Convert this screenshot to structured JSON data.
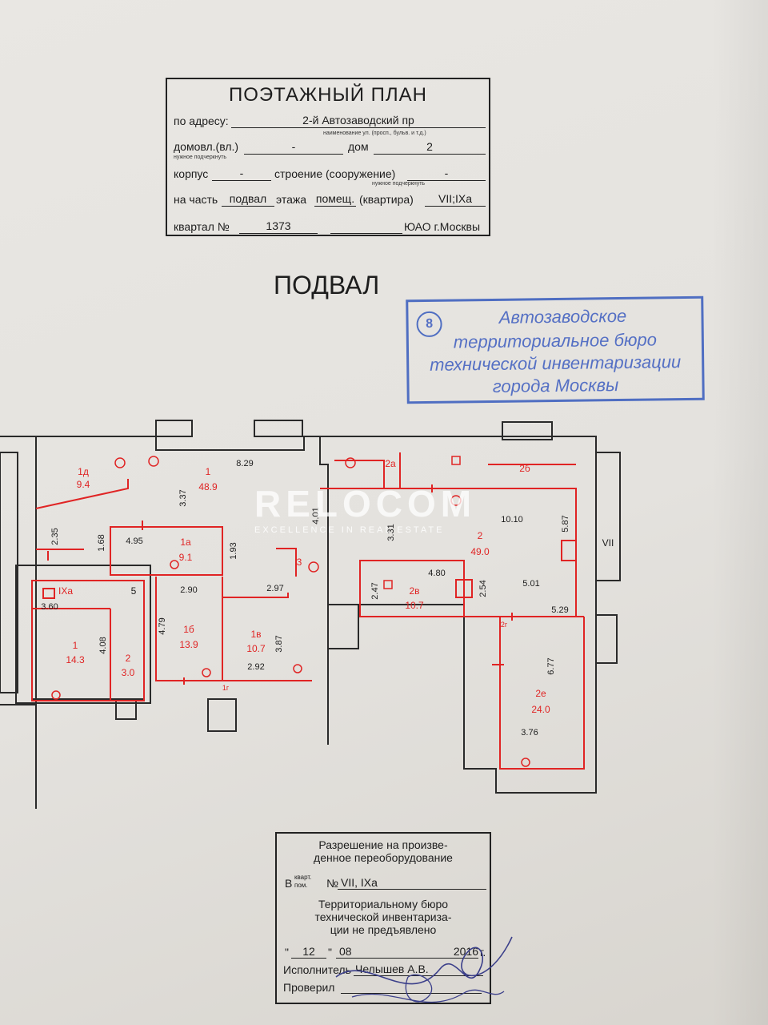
{
  "title_block": {
    "title": "ПОЭТАЖНЫЙ ПЛАН",
    "address_label": "по адресу:",
    "address_value": "2-й Автозаводский пр",
    "address_hint": "наименование ул. (просп., бульв. и т.д.)",
    "domovl_label": "домовл.(вл.)",
    "domovl_value": "-",
    "nuzhnoe": "нужное подчеркнуть",
    "dom_label": "дом",
    "dom_value": "2",
    "korpus_label": "корпус",
    "korpus_value": "-",
    "stroenie_label": "строение (сооружение)",
    "stroenie_value": "-",
    "nachast_label": "на часть",
    "floor_value": "подвал",
    "etazha_label": "этажа",
    "pomesch_label": "помещ.",
    "kvartira_label": "(квартира)",
    "premises_value": "VII;IXa",
    "kvartal_label": "квартал №",
    "kvartal_value": "1373",
    "district_value": "ЮАО г.Москвы"
  },
  "plan_heading": "ПОДВАЛ",
  "stamp": {
    "number": "8",
    "lines": [
      "Автозаводское",
      "территориальное бюро",
      "технической инвентаризации",
      "города Москвы"
    ]
  },
  "watermark": {
    "logo": "RELOCOM",
    "tagline": "EXCELLENCE IN REAL ESTATE"
  },
  "rooms": [
    {
      "id": "1д",
      "area": "9.4"
    },
    {
      "id": "1",
      "area": "48.9"
    },
    {
      "id": "1а",
      "area": "9.1"
    },
    {
      "id": "1б",
      "area": "13.9"
    },
    {
      "id": "1в",
      "area": "10.7"
    },
    {
      "id": "1г",
      "area": ""
    },
    {
      "id": "2а",
      "area": ""
    },
    {
      "id": "2б",
      "area": ""
    },
    {
      "id": "2",
      "area": "49.0"
    },
    {
      "id": "2в",
      "area": "10.7"
    },
    {
      "id": "2г",
      "area": ""
    },
    {
      "id": "2е",
      "area": "24.0"
    },
    {
      "id": "3",
      "area": ""
    },
    {
      "id": "IXa",
      "area": ""
    },
    {
      "id": "1",
      "area": "14.3"
    },
    {
      "id": "2",
      "area": "3.0"
    },
    {
      "id": "5",
      "area": ""
    },
    {
      "id": "VII",
      "area": ""
    }
  ],
  "dimensions": [
    "8.29",
    "3.37",
    "4.01",
    "2.35",
    "1.68",
    "4.95",
    "1.93",
    "2.90",
    "2.97",
    "4.79",
    "3.87",
    "2.92",
    "3.31",
    "10.10",
    "5.87",
    "4.80",
    "2.47",
    "2.54",
    "5.01",
    "5.29",
    "6.77",
    "3.76",
    "3.60",
    "4.08"
  ],
  "permit": {
    "line1": "Разрешение на произве-",
    "line2": "денное переоборудование",
    "v_label": "В",
    "kvart": "кварт.",
    "pom": "пом.",
    "no_label": "№",
    "premises": "VII, IXa",
    "line3": "Территориальному бюро",
    "line4": "технической инвентаризa-",
    "line5": "ции не предъявлено",
    "quote_open": "\"",
    "day": "12",
    "quote_close": "\"",
    "month": "08",
    "year": "2016",
    "year_suffix": "г.",
    "executor_label": "Исполнитель",
    "executor": "Челышев А.В.",
    "checked_label": "Проверил"
  },
  "colors": {
    "plan_red": "#e02424",
    "stamp_blue": "#4f6ec2",
    "ink": "#1d1d1d"
  }
}
